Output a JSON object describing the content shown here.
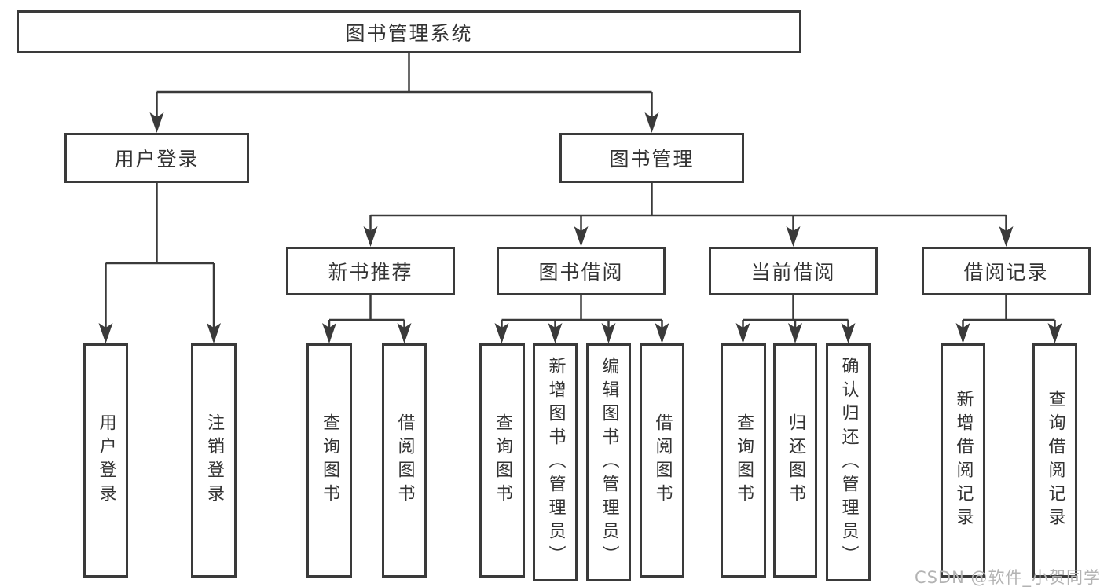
{
  "diagram_type": "hierarchy-tree",
  "colors": {
    "line": "#3a3a3a",
    "box_border": "#3a3a3a",
    "text": "#333333",
    "background": "#ffffff",
    "watermark": "#b3b3b3"
  },
  "tree": {
    "label": "图书管理系统",
    "children": [
      {
        "label": "用户登录",
        "children": [
          {
            "label": "用户登录"
          },
          {
            "label": "注销登录"
          }
        ]
      },
      {
        "label": "图书管理",
        "children": [
          {
            "label": "新书推荐",
            "children": [
              {
                "label": "查询图书"
              },
              {
                "label": "借阅图书"
              }
            ]
          },
          {
            "label": "图书借阅",
            "children": [
              {
                "label": "查询图书"
              },
              {
                "label": "新增图书（管理员）"
              },
              {
                "label": "编辑图书（管理员）"
              },
              {
                "label": "借阅图书"
              }
            ]
          },
          {
            "label": "当前借阅",
            "children": [
              {
                "label": "查询图书"
              },
              {
                "label": "归还图书"
              },
              {
                "label": "确认归还（管理员）"
              }
            ]
          },
          {
            "label": "借阅记录",
            "children": [
              {
                "label": "新增借阅记录"
              },
              {
                "label": "查询借阅记录"
              }
            ]
          }
        ]
      }
    ]
  },
  "watermark": {
    "text": "CSDN @软件_小贺同学"
  }
}
